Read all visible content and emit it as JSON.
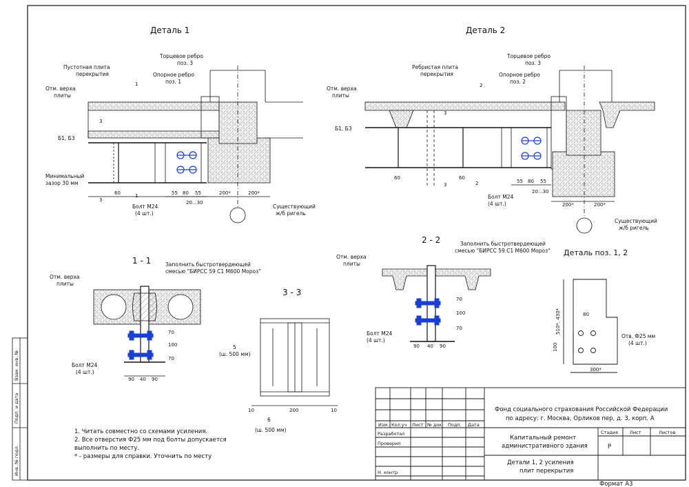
{
  "details": {
    "detail1": "Деталь 1",
    "detail2": "Деталь 2",
    "detail_pos": "Деталь поз. 1, 2",
    "sec11": "1 - 1",
    "sec22": "2 - 2",
    "sec33": "3 - 3"
  },
  "labels": {
    "hollow_slab_1": "Пустотная плита",
    "slab_word": "перекрытия",
    "ribbed_slab_1": "Ребристая плита",
    "end_rib": "Торцевое ребро",
    "pos3": "поз. 3",
    "support_rib": "Опорное ребро",
    "pos1": "поз. 1",
    "pos2": "поз. 2",
    "otm_verha": "Отм. верха",
    "plity": "плиты",
    "b1b3": "Б1, Б3",
    "min_gap_1": "Минимальный",
    "min_gap_2": "зазор 30 мм",
    "bolt_m24": "Болт М24",
    "four_pcs": "(4 шт.)",
    "existing_1": "Существующий",
    "existing_2": "ж/б ригель",
    "fill_1": "Заполнить быстротвердеющей",
    "fill_2": "смесью \"БИРСС 59 С1 М600 Мороз\"",
    "item5": "5",
    "w500": "(ш. 500 мм)",
    "item6": "6",
    "hole": "Отв. Ф25 мм",
    "cut1": "1",
    "cut2": "2",
    "cut3": "3"
  },
  "dims": {
    "d60": "60",
    "d55": "55",
    "d80": "80",
    "d70": "70",
    "d100": "100",
    "d2030": "20...30",
    "d200s": "200*",
    "d90": "90",
    "d40": "40",
    "d10": "10",
    "d200": "200",
    "d300s": "300*",
    "d510": "510*, 430*"
  },
  "notes": [
    "1. Читать совместно со схемами усиления.",
    "2. Все отверстия Ф25 мм под болты допускается",
    "выполнить по месту.",
    "* - размеры для справки. Уточнить по месту"
  ],
  "stamp": {
    "org": "Фонд социального страхования Российской Федерации",
    "address": "по адресу: г. Москва, Орликов пер, д. 3, корп. А",
    "project_1": "Капитальный ремонт",
    "project_2": "административного здания",
    "sheet_title_1": "Детали 1, 2 усиления",
    "sheet_title_2": "плит перекрытия",
    "col_izm": "Изм.",
    "col_kol": "Кол.уч",
    "col_list": "Лист",
    "col_ndok": "№ док",
    "col_podp": "Подп.",
    "col_data": "Дата",
    "razrab": "Разработал",
    "proveril": "Проверил",
    "nkontr": "Н. контр.",
    "stadia": "Стадия",
    "list": "Лист",
    "listov": "Листов",
    "stadia_val": "Р",
    "format": "Формат А3"
  },
  "side_stamp": {
    "vzam": "Взам. инв. №",
    "podp": "Подп. и дата",
    "inv": "Инв. № подл."
  },
  "colors": {
    "bolt": "#1a3fd6",
    "line": "#111111"
  }
}
